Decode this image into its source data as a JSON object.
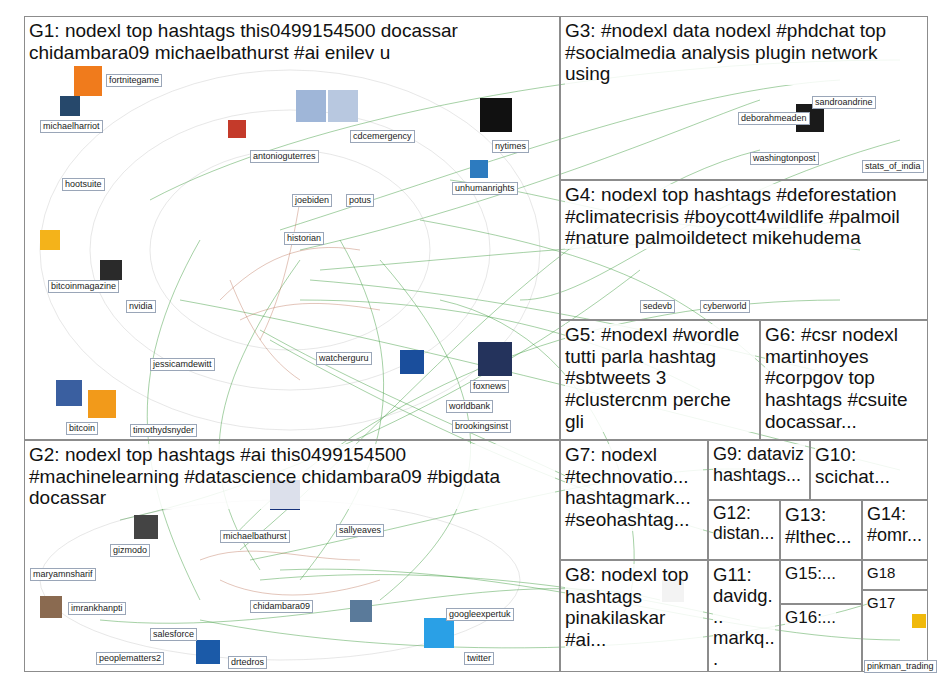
{
  "diagram": {
    "nodes": [
      {
        "text": [
          "G1: nodexl top hashtags this0499154500 docassar chidambara09 michaelbathurst #ai enilev u"
        ]
      },
      {
        "text": [
          "G2: nodexl top hashtags #ai this0499154500 #machinelearning #datascience chidambara09 #bigdata docassar"
        ]
      },
      {
        "text": [
          "G3: #nodexl data nodexl #phdchat top #socialmedia analysis plugin network using"
        ]
      },
      {
        "text": [
          "G4: nodexl top hashtags #deforestation #climatecrisis #boycott4wildlife #palmoil #nature palmoildetect mikehudema"
        ]
      },
      {
        "text": [
          "G5: #nodexl #wordle tutti parla hashtag #sbtweets 3 #clustercnm perche gli"
        ]
      },
      {
        "text": [
          "G6: #csr nodexl martinhoyes #corpgov top hashtags #csuite docassar..."
        ]
      },
      {
        "text": [
          "G7: nodexl #technovatio... hashtagmark... #seohashtag..."
        ]
      },
      {
        "text": [
          "G8: nodexl top hashtags pinakilaskar #ai..."
        ]
      },
      {
        "text": [
          "G9: dataviz hashtags..."
        ]
      },
      {
        "text": [
          "G10: scichat..."
        ]
      },
      {
        "text": [
          "G11: davidg... markq..."
        ]
      },
      {
        "text": [
          "G12: distan..."
        ]
      },
      {
        "text": [
          "G13: #lthec..."
        ]
      },
      {
        "text": [
          "G14: #omr..."
        ]
      },
      {
        "text": [
          "G15:..."
        ]
      },
      {
        "text": [
          "G16:..."
        ]
      },
      {
        "text": [
          "G17"
        ]
      },
      {
        "text": [
          "G18"
        ]
      }
    ],
    "labels": [
      "fortnitegame",
      "michaelharriot",
      "hootsuite",
      "bitcoinmagazine",
      "nvidia",
      "jessicamdewitt",
      "timothydsnyder",
      "bitcoin",
      "antonioguterres",
      "joebiden",
      "potus",
      "cdcemergency",
      "historian",
      "watcherguru",
      "nytimes",
      "unhumanrights",
      "foxnews",
      "worldbank",
      "brookingsinst",
      "maryamnsharif",
      "imrankhanpti",
      "gizmodo",
      "michaelbathurst",
      "sallyeaves",
      "chidambara09",
      "salesforce",
      "peoplematters2",
      "drtedros",
      "googleexpertuk",
      "twitter",
      "deborahmeaden",
      "sandroandrine",
      "washingtonpost",
      "stats_of_india",
      "sedevb",
      "cyberworld",
      "pinkman_trading"
    ]
  }
}
